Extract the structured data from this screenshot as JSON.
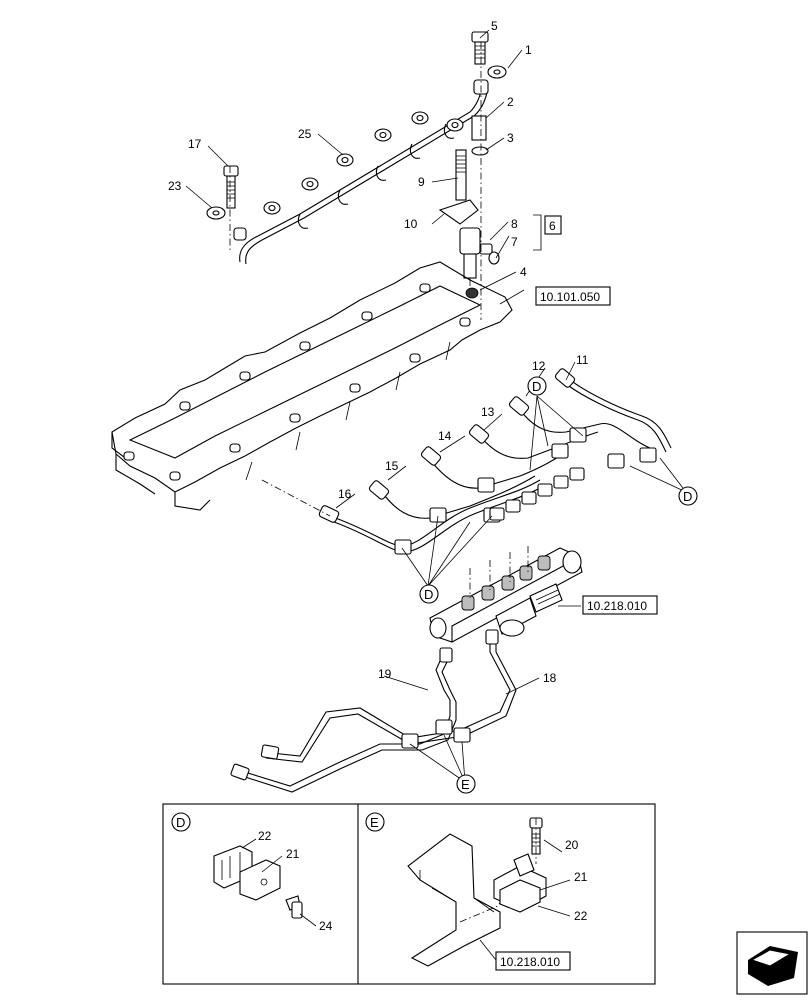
{
  "callouts": {
    "c1": "1",
    "c2": "2",
    "c3": "3",
    "c4": "4",
    "c5": "5",
    "c6": "6",
    "c7": "7",
    "c8": "8",
    "c9": "9",
    "c10": "10",
    "c11": "11",
    "c12": "12",
    "c13": "13",
    "c14": "14",
    "c15": "15",
    "c16": "16",
    "c17": "17",
    "c18": "18",
    "c19": "19",
    "c20": "20",
    "c21": "21",
    "c22": "22",
    "c23": "23",
    "c24": "24",
    "c25": "25",
    "d21": "21",
    "d22": "22",
    "e21": "21",
    "e22": "22"
  },
  "detail_markers": {
    "D": "D",
    "E": "E"
  },
  "references": {
    "cylinder_head": "10.101.050",
    "fuel_pump": "10.218.010",
    "bracket_ref": "10.218.010"
  },
  "colors": {
    "line": "#000000",
    "part_shade": "#bdbdbd",
    "background": "#ffffff"
  },
  "icons": [
    "nav-arrow-icon"
  ]
}
